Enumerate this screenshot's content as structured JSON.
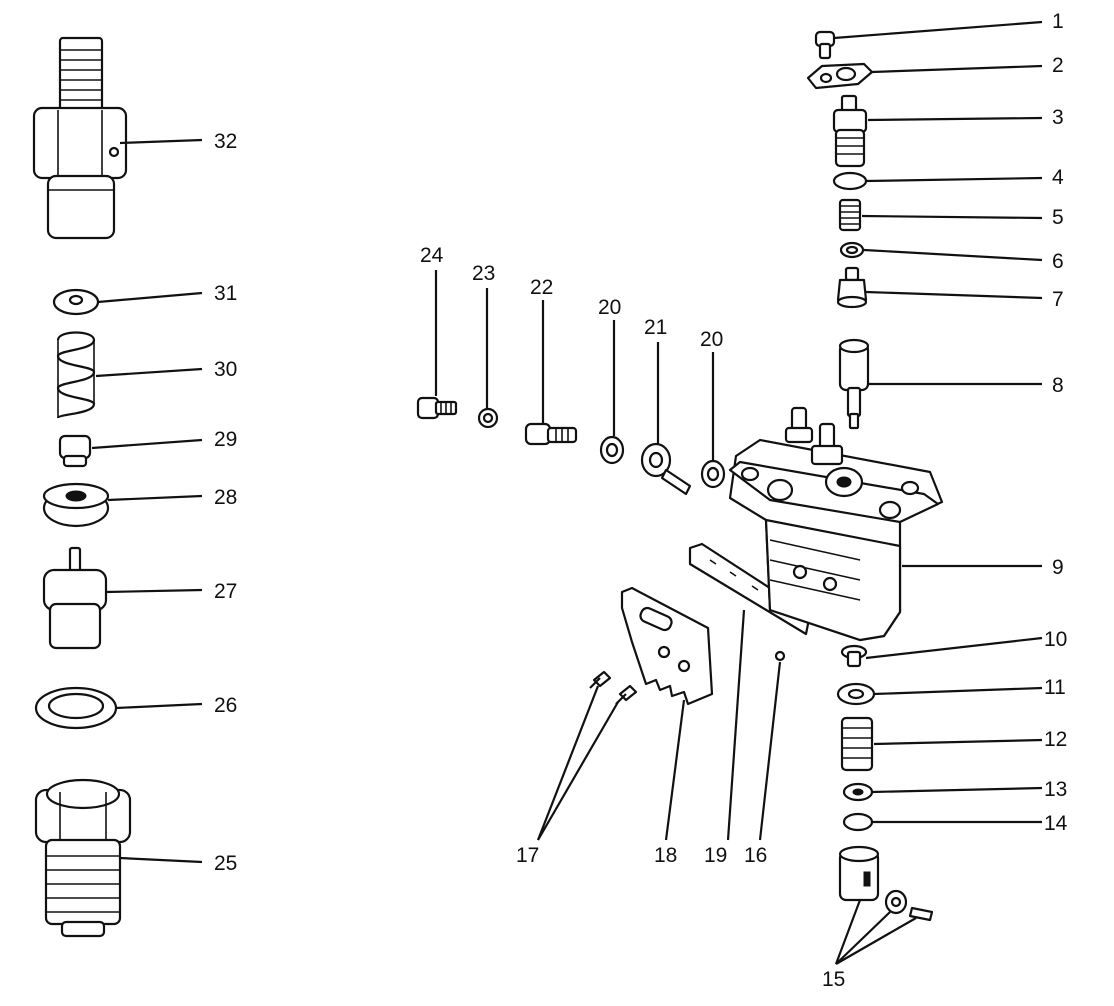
{
  "diagram": {
    "callouts": {
      "n1": "1",
      "n2": "2",
      "n3": "3",
      "n4": "4",
      "n5": "5",
      "n6": "6",
      "n7": "7",
      "n8": "8",
      "n9": "9",
      "n10": "10",
      "n11": "11",
      "n12": "12",
      "n13": "13",
      "n14": "14",
      "n15": "15",
      "n16": "16",
      "n17": "17",
      "n18": "18",
      "n19": "19",
      "n20a": "20",
      "n20b": "20",
      "n21": "21",
      "n22": "22",
      "n23": "23",
      "n24": "24",
      "n25": "25",
      "n26": "26",
      "n27": "27",
      "n28": "28",
      "n29": "29",
      "n30": "30",
      "n31": "31",
      "n32": "32"
    }
  }
}
